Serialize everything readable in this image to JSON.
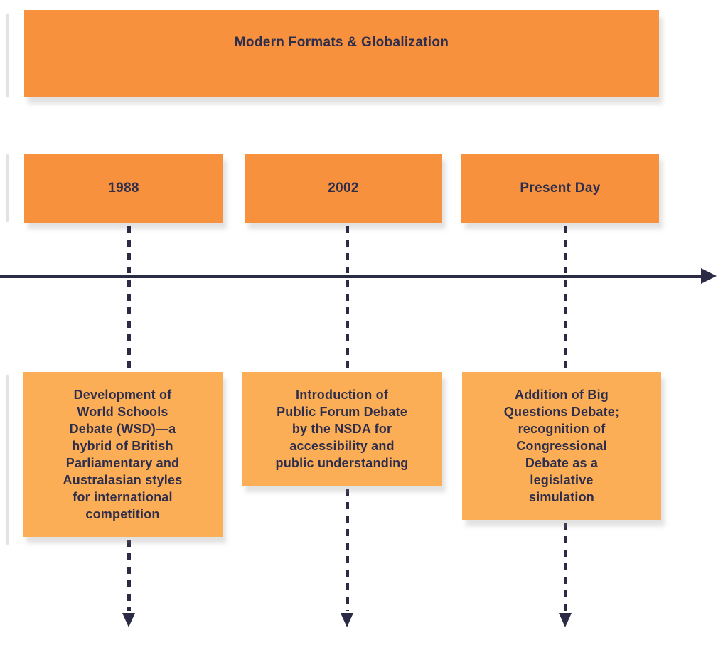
{
  "title": "Modern Formats & Globalization",
  "colors": {
    "box-orange": "#F7913E",
    "box-light-orange": "#FBAE55",
    "ink": "#2E2E4C",
    "line": "#2C2B45"
  },
  "timeline": {
    "axis_direction": "right",
    "events": [
      {
        "year": "1988",
        "description": "Development of\nWorld Schools\nDebate (WSD)—a\nhybrid of British\nParliamentary and\nAustralasian styles\nfor international\ncompetition"
      },
      {
        "year": "2002",
        "description": "Introduction of\nPublic Forum Debate\nby the NSDA for\naccessibility and\npublic understanding"
      },
      {
        "year": "Present Day",
        "description": "Addition of Big\nQuestions Debate;\nrecognition of\nCongressional\nDebate as a\nlegislative\nsimulation"
      }
    ]
  }
}
